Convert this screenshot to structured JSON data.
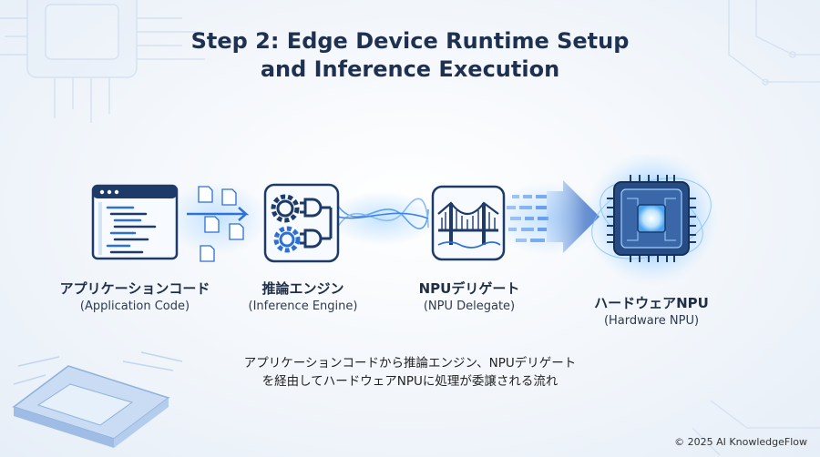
{
  "title": {
    "line1": "Step 2: Edge Device Runtime Setup",
    "line2": "and Inference Execution"
  },
  "nodes": [
    {
      "id": "app",
      "label_jp": "アプリケーションコード",
      "label_en": "(Application Code)",
      "icon": "code-window-icon"
    },
    {
      "id": "engine",
      "label_jp": "推論エンジン",
      "label_en": "(Inference Engine)",
      "icon": "gears-logic-gates-icon"
    },
    {
      "id": "delegate",
      "label_jp": "NPUデリゲート",
      "label_en": "(NPU Delegate)",
      "icon": "bridge-icon"
    },
    {
      "id": "npu",
      "label_jp": "ハードウェアNPU",
      "label_en": "(Hardware NPU)",
      "icon": "chip-icon"
    }
  ],
  "caption": {
    "line1": "アプリケーションコードから推論エンジン、NPUデリゲート",
    "line2": "を経由してハードウェアNPUに処理が委譲される流れ"
  },
  "copyright": "© 2025 AI KnowledgeFlow",
  "colors": {
    "title": "#1f3150",
    "accent": "#2f6bd6",
    "icon_dark": "#1e3a68",
    "glow": "#6fb6ff"
  }
}
